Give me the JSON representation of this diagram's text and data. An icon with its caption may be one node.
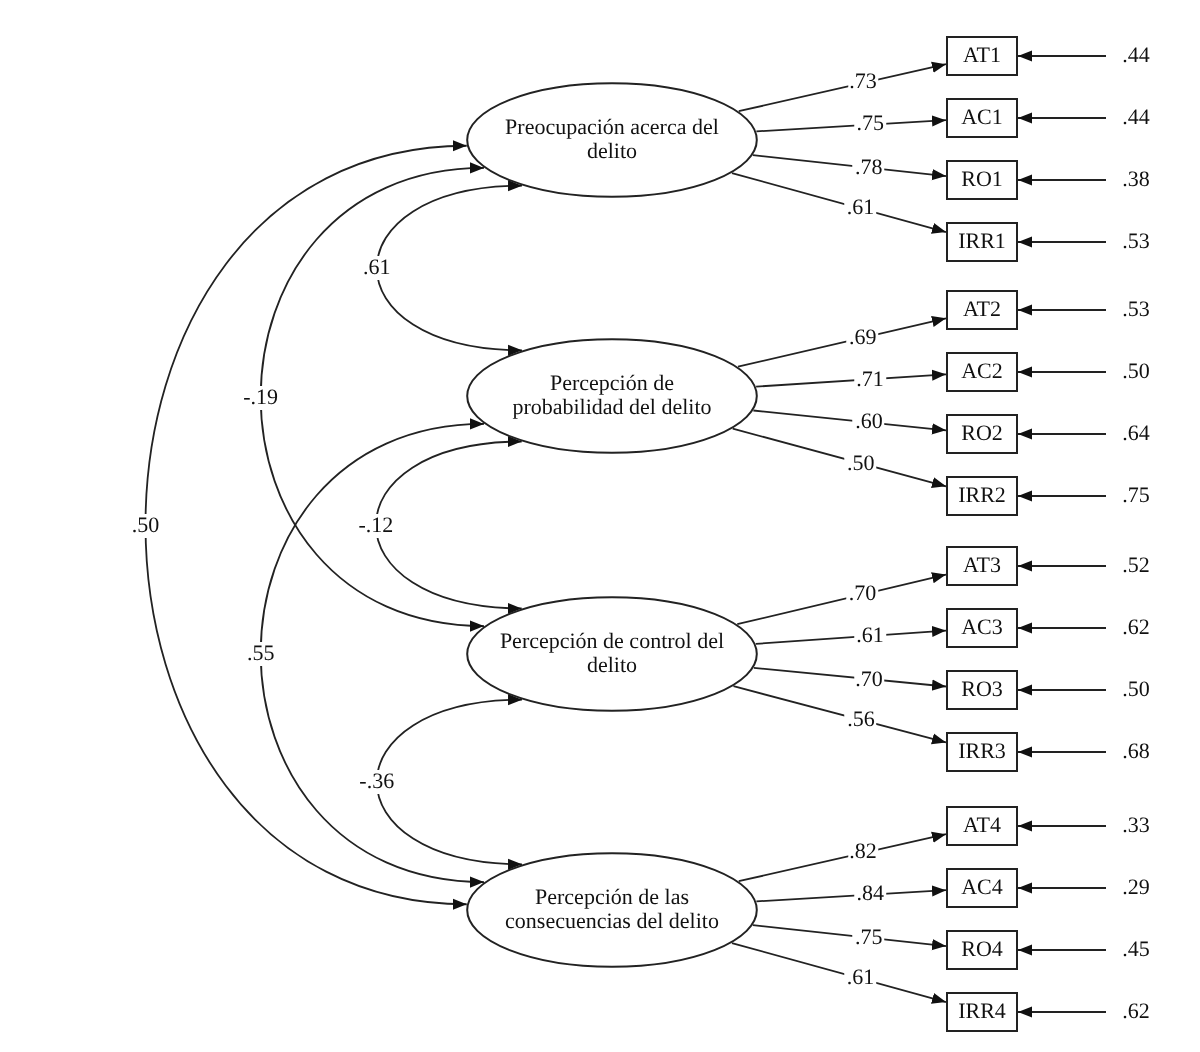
{
  "diagram": {
    "nodes": [
      {
        "text": [
          "Preocupación acerca del delito"
        ]
      },
      {
        "text": [
          "AT1"
        ]
      },
      {
        "text": [
          ".44"
        ]
      },
      {
        "text": [
          "AC1"
        ]
      },
      {
        "text": [
          ".44"
        ]
      },
      {
        "text": [
          "RO1"
        ]
      },
      {
        "text": [
          ".38"
        ]
      },
      {
        "text": [
          "IRR1"
        ]
      },
      {
        "text": [
          ".53"
        ]
      },
      {
        "text": [
          "Percepción de probabilidad del delito"
        ]
      },
      {
        "text": [
          "AT2"
        ]
      },
      {
        "text": [
          ".53"
        ]
      },
      {
        "text": [
          "AC2"
        ]
      },
      {
        "text": [
          ".50"
        ]
      },
      {
        "text": [
          "RO2"
        ]
      },
      {
        "text": [
          ".64"
        ]
      },
      {
        "text": [
          "IRR2"
        ]
      },
      {
        "text": [
          ".75"
        ]
      },
      {
        "text": [
          "Percepción de control del delito"
        ]
      },
      {
        "text": [
          "AT3"
        ]
      },
      {
        "text": [
          ".52"
        ]
      },
      {
        "text": [
          "AC3"
        ]
      },
      {
        "text": [
          ".62"
        ]
      },
      {
        "text": [
          "RO3"
        ]
      },
      {
        "text": [
          ".50"
        ]
      },
      {
        "text": [
          "IRR3"
        ]
      },
      {
        "text": [
          ".68"
        ]
      },
      {
        "text": [
          "Percepción de las consecuencias del delito"
        ]
      },
      {
        "text": [
          "AT4"
        ]
      },
      {
        "text": [
          ".33"
        ]
      },
      {
        "text": [
          "AC4"
        ]
      },
      {
        "text": [
          ".29"
        ]
      },
      {
        "text": [
          "RO4"
        ]
      },
      {
        "text": [
          ".45"
        ]
      },
      {
        "text": [
          "IRR4"
        ]
      },
      {
        "text": [
          ".62"
        ]
      }
    ],
    "edges": [
      {
        "from": 0,
        "to": 9,
        "arrow": "both",
        "label": ".61"
      },
      {
        "from": 0,
        "to": 18,
        "arrow": "both",
        "label": "-.19"
      },
      {
        "from": 0,
        "to": 27,
        "arrow": "both",
        "label": ".50"
      },
      {
        "from": 9,
        "to": 18,
        "arrow": "both",
        "label": "-.12"
      },
      {
        "from": 9,
        "to": 27,
        "arrow": "both",
        "label": ".55"
      },
      {
        "from": 18,
        "to": 27,
        "arrow": "both",
        "label": "-.36"
      },
      {
        "from": 0,
        "to": 1,
        "arrow": "to",
        "label": ".73"
      },
      {
        "from": 0,
        "to": 3,
        "arrow": "to",
        "label": ".75"
      },
      {
        "from": 0,
        "to": 5,
        "arrow": "to",
        "label": ".78"
      },
      {
        "from": 0,
        "to": 7,
        "arrow": "to",
        "label": ".61"
      },
      {
        "from": 2,
        "to": 1,
        "arrow": "to"
      },
      {
        "from": 4,
        "to": 3,
        "arrow": "to"
      },
      {
        "from": 6,
        "to": 5,
        "arrow": "to"
      },
      {
        "from": 8,
        "to": 7,
        "arrow": "to"
      },
      {
        "from": 9,
        "to": 10,
        "arrow": "to",
        "label": ".69"
      },
      {
        "from": 9,
        "to": 12,
        "arrow": "to",
        "label": ".71"
      },
      {
        "from": 9,
        "to": 14,
        "arrow": "to",
        "label": ".60"
      },
      {
        "from": 9,
        "to": 16,
        "arrow": "to",
        "label": ".50"
      },
      {
        "from": 11,
        "to": 10,
        "arrow": "to"
      },
      {
        "from": 13,
        "to": 12,
        "arrow": "to"
      },
      {
        "from": 15,
        "to": 14,
        "arrow": "to"
      },
      {
        "from": 17,
        "to": 16,
        "arrow": "to"
      },
      {
        "from": 18,
        "to": 19,
        "arrow": "to",
        "label": ".70"
      },
      {
        "from": 18,
        "to": 21,
        "arrow": "to",
        "label": ".61"
      },
      {
        "from": 18,
        "to": 23,
        "arrow": "to",
        "label": ".70"
      },
      {
        "from": 18,
        "to": 25,
        "arrow": "to",
        "label": ".56"
      },
      {
        "from": 20,
        "to": 19,
        "arrow": "to"
      },
      {
        "from": 22,
        "to": 21,
        "arrow": "to"
      },
      {
        "from": 24,
        "to": 23,
        "arrow": "to"
      },
      {
        "from": 26,
        "to": 25,
        "arrow": "to"
      },
      {
        "from": 27,
        "to": 28,
        "arrow": "to",
        "label": ".82"
      },
      {
        "from": 27,
        "to": 30,
        "arrow": "to",
        "label": ".84"
      },
      {
        "from": 27,
        "to": 32,
        "arrow": "to",
        "label": ".75"
      },
      {
        "from": 27,
        "to": 34,
        "arrow": "to",
        "label": ".61"
      },
      {
        "from": 29,
        "to": 28,
        "arrow": "to"
      },
      {
        "from": 31,
        "to": 30,
        "arrow": "to"
      },
      {
        "from": 33,
        "to": 32,
        "arrow": "to"
      },
      {
        "from": 35,
        "to": 34,
        "arrow": "to"
      }
    ]
  }
}
